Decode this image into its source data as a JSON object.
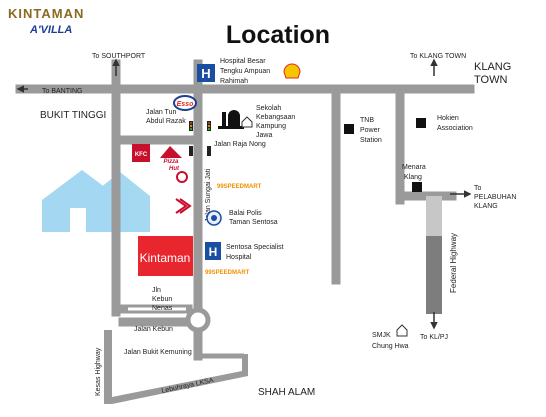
{
  "title": "Location",
  "brand": {
    "line1": "KINTAMAN",
    "line2": "A'VILLA",
    "color1": "#8a6a22",
    "color2": "#1c3f94"
  },
  "colors": {
    "road": "#9a9a9a",
    "kintaman": "#e8262d",
    "hospital": "#1a4ea3",
    "highway": "#7d7d7d",
    "watermark": "#5bb8e6"
  },
  "arrows": {
    "southport": "To SOUTHPORT",
    "banting": "To BANTING",
    "klang_town": "To KLANG TOWN",
    "pelabuhan": "To",
    "pelabuhan_2": "PELABUHAN",
    "pelabuhan_3": "KLANG",
    "klpj": "To KL/PJ"
  },
  "areas": {
    "klang_town_1": "KLANG",
    "klang_town_2": "TOWN",
    "bukit_tinggi": "BUKIT TINGGI",
    "shah_alam": "SHAH ALAM"
  },
  "roads": {
    "tun_razak_1": "Jalan Tun",
    "tun_razak_2": "Abdul Razak",
    "raja_nong": "Jalan Raja Nong",
    "sungai_jati": "Jalan Sungai Jati",
    "kebun_nenas_1": "Jln",
    "kebun_nenas_2": "Kebun",
    "kebun_nenas_3": "Nenas",
    "jalan_kebun": "Jalan Kebun",
    "bukit_kemuning": "Jalan Bukit Kemuning",
    "lksa": "Lebuhraya LKSA",
    "kesas": "Kesas Highway",
    "federal": "Federal Highway"
  },
  "places": {
    "hospital_1": "Hospital Besar",
    "hospital_2": "Tengku Ampuan",
    "hospital_3": "Rahimah",
    "school_1": "Sekolah",
    "school_2": "Kebangsaan",
    "school_3": "Kampung",
    "school_4": "Jawa",
    "tnb_1": "TNB",
    "tnb_2": "Power",
    "tnb_3": "Station",
    "hokien_1": "Hokien",
    "hokien_2": "Association",
    "menara_1": "Menara",
    "menara_2": "Klang",
    "police_1": "Balai Polis",
    "police_2": "Taman Sentosa",
    "sentosa_1": "Sentosa Specialist",
    "sentosa_2": "Hospital",
    "smjk_1": "SMJK",
    "smjk_2": "Chung Hwa",
    "kintaman": "Kintaman",
    "speedmart": "99SPEEDMART",
    "esso": "Esso",
    "kfc": "KFC",
    "pizza_1": "Pizza",
    "pizza_2": "Hut",
    "hospital_sign": "H"
  }
}
